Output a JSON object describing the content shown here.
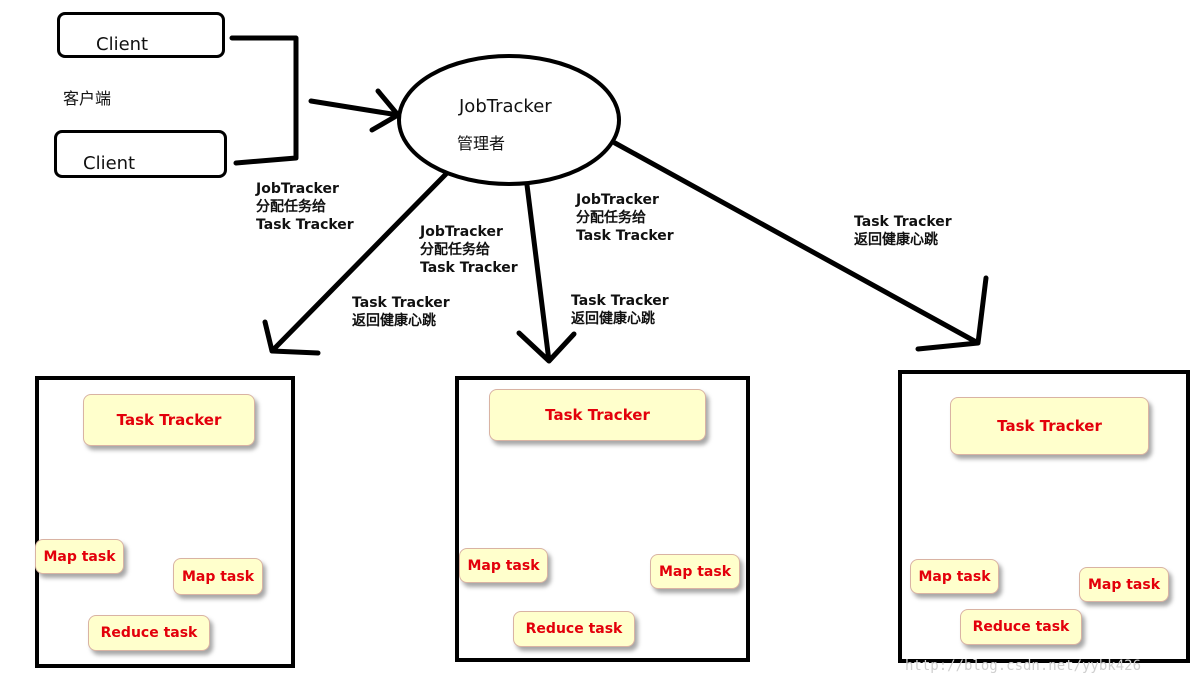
{
  "clients": [
    {
      "label": "Client"
    },
    {
      "label": "Client"
    }
  ],
  "client_caption": "客户端",
  "jobtracker": {
    "name": "JobTracker",
    "role": "管理者"
  },
  "notes": {
    "assign_left": "JobTracker\n分配任务给\nTask Tracker",
    "assign_mid": "JobTracker\n分配任务给\nTask Tracker",
    "assign_right": "JobTracker\n分配任务给\nTask Tracker",
    "heartbeat_left": "Task Tracker\n返回健康心跳",
    "heartbeat_mid": "Task Tracker\n返回健康心跳",
    "heartbeat_right": "Task Tracker\n返回健康心跳"
  },
  "clusters": [
    {
      "tracker": "Task Tracker",
      "map1": "Map task",
      "map2": "Map task",
      "reduce": "Reduce task"
    },
    {
      "tracker": "Task Tracker",
      "map1": "Map task",
      "map2": "Map task",
      "reduce": "Reduce task"
    },
    {
      "tracker": "Task Tracker",
      "map1": "Map task",
      "map2": "Map task",
      "reduce": "Reduce task"
    }
  ],
  "colors": {
    "arrow_black": "#000000",
    "arrow_red": "#e3000b",
    "box_fill": "#ffffcc"
  },
  "watermark": "http://blog.csdn.net/yybk426"
}
